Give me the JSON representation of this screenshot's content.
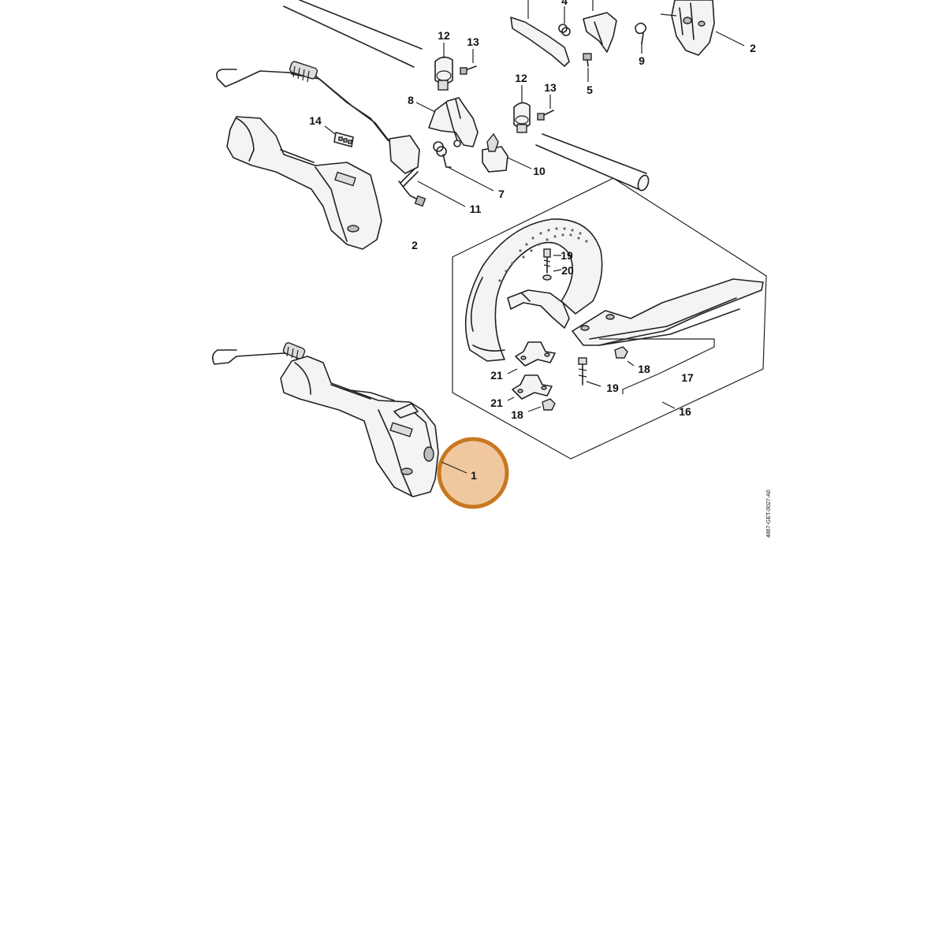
{
  "drawing_code": "4867-GET-0027-A0",
  "colors": {
    "highlight_fill": "#f0c8a0",
    "highlight_stroke": "#c87820",
    "line": "#222222",
    "background": "#ffffff"
  },
  "highlighted_part": "1",
  "callouts": {
    "c1": "1",
    "c2a": "2",
    "c2b": "2",
    "c4": "4",
    "c5": "5",
    "c7": "7",
    "c8": "8",
    "c9": "9",
    "c10": "10",
    "c11": "11",
    "c12a": "12",
    "c12b": "12",
    "c13a": "13",
    "c13b": "13",
    "c14": "14",
    "c16": "16",
    "c17": "17",
    "c18a": "18",
    "c18b": "18",
    "c19a": "19",
    "c19b": "19",
    "c20": "20",
    "c21a": "21",
    "c21b": "21"
  }
}
